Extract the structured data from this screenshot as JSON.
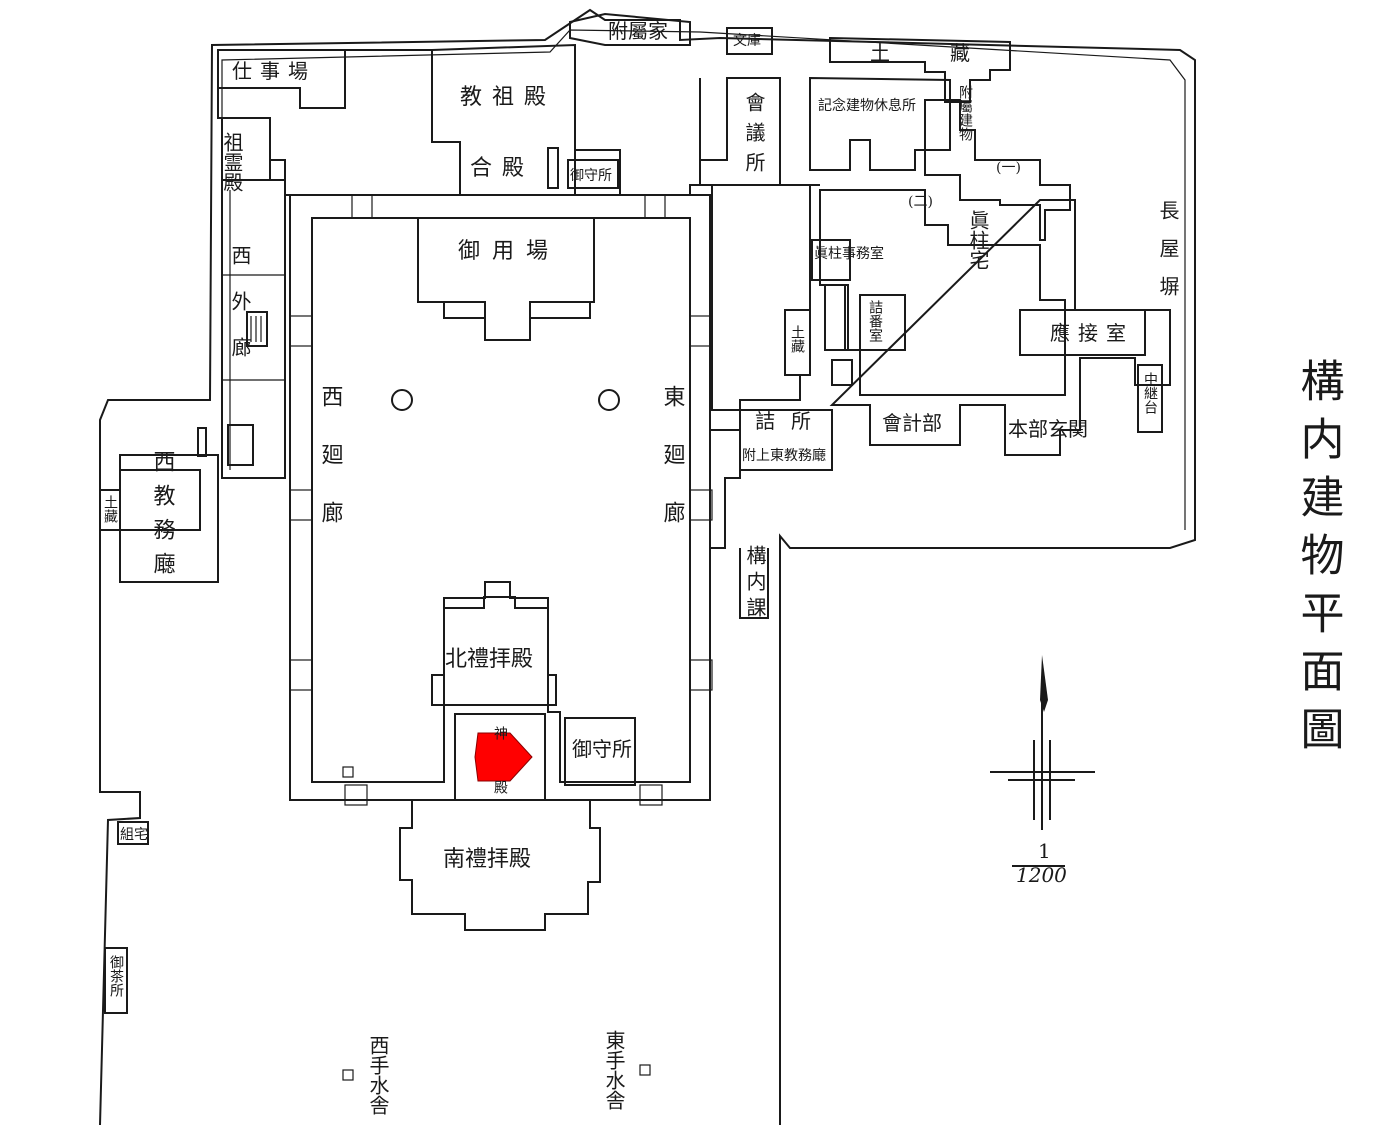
{
  "title": "構内建物平面圖",
  "scale_fraction": {
    "numerator": "1",
    "denominator": "1200"
  },
  "marker_color": "#ff0000",
  "rooms": {
    "shigoto_ba": "仕事場",
    "kyoso_den": "教祖殿",
    "sorei_den": "祖霊殿",
    "gotei_den": "合殿",
    "gyoyo_ba": "御用場",
    "goshu_sho_top": "御守所",
    "kaigi_sho": "會議所",
    "fuzoku_sha": "附屬家",
    "bunko": "文庫",
    "dozo_top": "土藏",
    "kinen_kyusoku": "記念建物休息所",
    "fuzoku_tatemono": "附屬建物",
    "mark_one": "(一)",
    "mark_two": "(二)",
    "shinbashira_taku": "眞柱宅",
    "shinbashira_jimu": "眞柱事務室",
    "tsume_ban": "詰番室",
    "dozo_mid": "土藏",
    "ousetsu": "應接室",
    "nagaya_bei": "長屋塀",
    "chukei_dai": "中継台",
    "kaikei_bu": "會計部",
    "honbu_genkan": "本部玄関",
    "tsume_sho": "詰所",
    "kyomu_cho_upper": "附上東教務廰",
    "nishi_gai_ro": "西外廊",
    "nishi_kairo": "西廻廊",
    "higashi_kairo": "東廻廊",
    "nishi_kyomu": "西教務廰",
    "dozo_left": "土藏",
    "kounai_ka": "構内課",
    "kita_raihai": "北禮拝殿",
    "goshu_sho_bottom": "御守所",
    "minami_raihai": "南禮拝殿",
    "shin_den": "神殿",
    "kumi_taku": "組宅",
    "gochasho": "御茶所",
    "nishi_temizu": "西手水舎",
    "higashi_temizu": "東手水舎"
  }
}
